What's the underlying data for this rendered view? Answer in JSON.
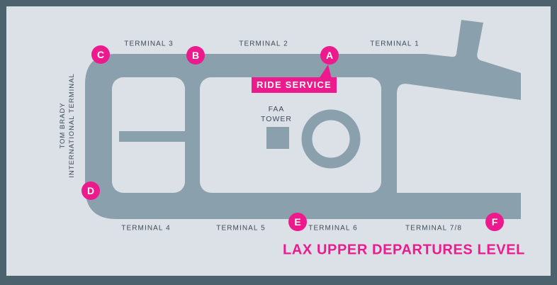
{
  "colors": {
    "bg": "#dce1e8",
    "road": "#8aa0ad",
    "frame": "#4c636e",
    "pink": "#ec1a8d",
    "ink": "#3d4b55"
  },
  "map": {
    "title": "LAX UPPER DEPARTURES LEVEL",
    "callout": {
      "label": "RIDE SERVICE",
      "points_to": "A"
    },
    "faa_tower_label": {
      "line1": "FAA",
      "line2": "TOWER"
    },
    "international_terminal_label": {
      "line1": "TOM BRADY",
      "line2": "INTERNATIONAL TERMINAL"
    },
    "top_terminals": [
      {
        "label": "TERMINAL 3"
      },
      {
        "label": "TERMINAL 2"
      },
      {
        "label": "TERMINAL 1"
      }
    ],
    "bottom_terminals": [
      {
        "label": "TERMINAL 4"
      },
      {
        "label": "TERMINAL 5"
      },
      {
        "label": "TERMINAL 6"
      },
      {
        "label": "TERMINAL 7/8"
      }
    ],
    "pickup_points": [
      {
        "letter": "A"
      },
      {
        "letter": "B"
      },
      {
        "letter": "C"
      },
      {
        "letter": "D"
      },
      {
        "letter": "E"
      },
      {
        "letter": "F"
      }
    ]
  }
}
